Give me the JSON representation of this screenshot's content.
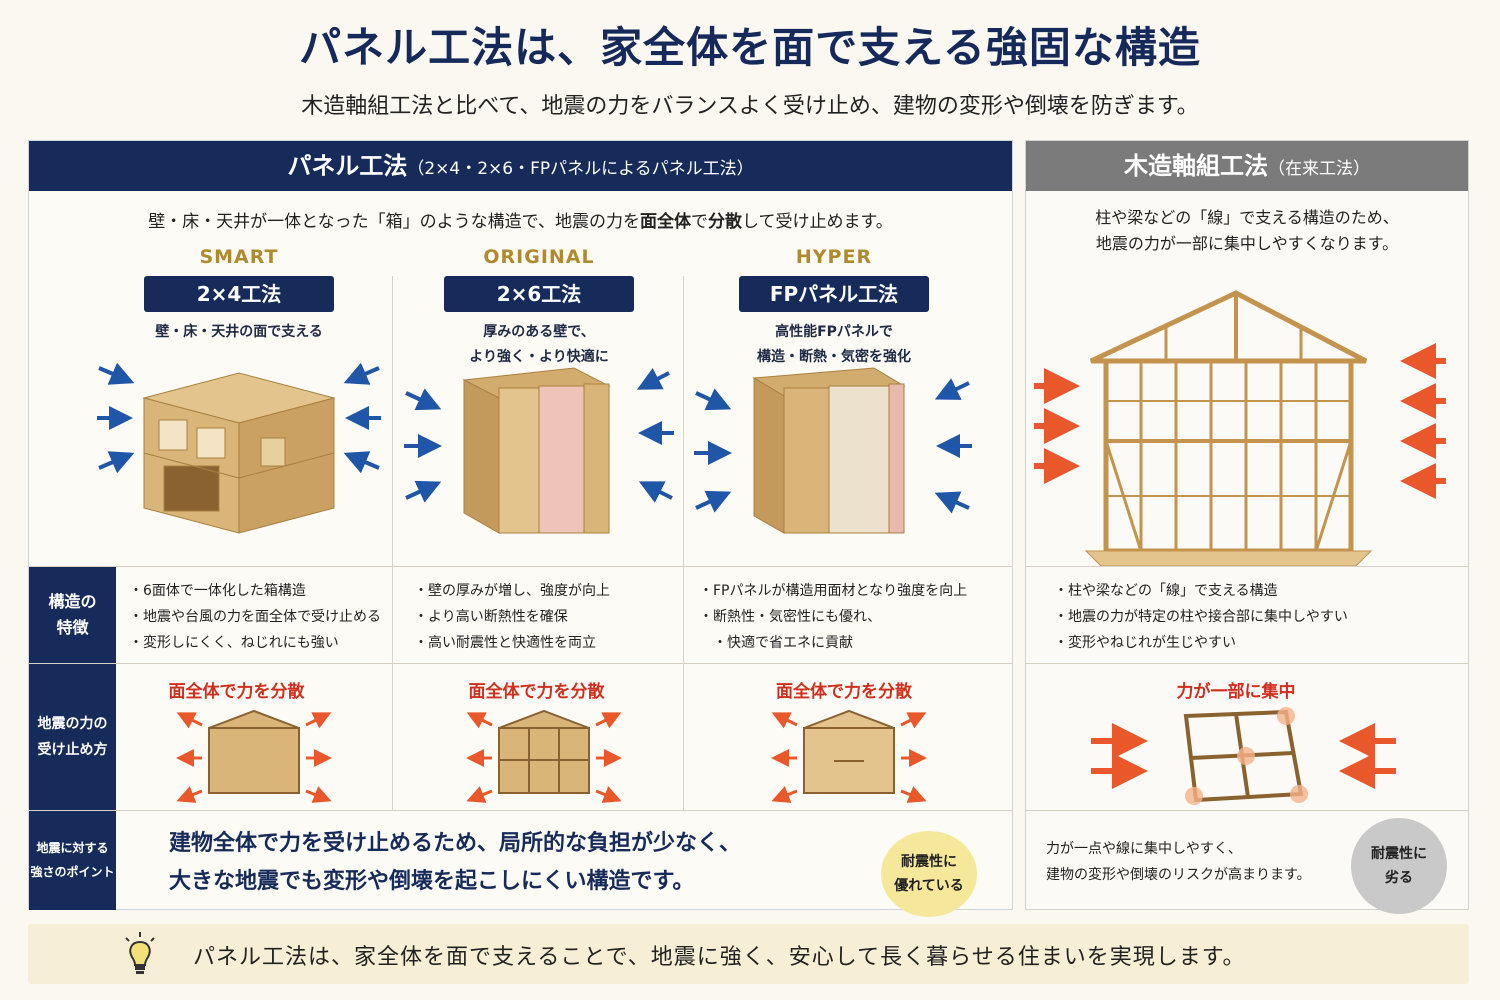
{
  "title": "パネル工法は、家全体を面で支える強固な構造",
  "subtitle": "木造軸組工法と比べて、地震の力をバランスよく受け止め、建物の変形や倒壊を防ぎます。",
  "left": {
    "header_main": "パネル工法",
    "header_sub": "（2×4・2×6・FPパネルによるパネル工法）",
    "intro_a": "壁・床・天井が一体となった「箱」のような構造で、地震の力を",
    "intro_b1": "面全体",
    "intro_c": "で",
    "intro_b2": "分散",
    "intro_d": "して受け止めます。",
    "columns": [
      {
        "type": "SMART",
        "badge": "2×4工法",
        "desc1": "壁・床・天井の面で支える",
        "desc2": "",
        "features": [
          "6面体で一体化した箱構造",
          "地震や台風の力を面全体で受け止める",
          "変形しにくく、ねじれにも強い"
        ],
        "response": "面全体で力を分散"
      },
      {
        "type": "ORIGINAL",
        "badge": "2×6工法",
        "desc1": "厚みのある壁で、",
        "desc2": "より強く・より快適に",
        "features": [
          "壁の厚みが増し、強度が向上",
          "より高い断熱性を確保",
          "高い耐震性と快適性を両立"
        ],
        "response": "面全体で力を分散"
      },
      {
        "type": "HYPER",
        "badge": "FPパネル工法",
        "desc1": "高性能FPパネルで",
        "desc2": "構造・断熱・気密を強化",
        "features": [
          "FPパネルが構造用面材となり強度を向上",
          "断熱性・気密性にも優れ、",
          "快適で省エネに貢献"
        ],
        "response": "面全体で力を分散"
      }
    ],
    "row_labels": {
      "features_1": "構造の",
      "features_2": "特徴",
      "response_1": "地震の力の",
      "response_2": "受け止め方",
      "point_1": "地震に対する",
      "point_2": "強さのポイント"
    },
    "point_line1": "建物全体で力を受け止めるため、局所的な負担が少なく、",
    "point_line2": "大きな地震でも変形や倒壊を起こしにくい構造です。",
    "rating_1": "耐震性に",
    "rating_2": "優れている"
  },
  "right": {
    "header_main": "木造軸組工法",
    "header_sub": "（在来工法）",
    "intro1": "柱や梁などの「線」で支える構造のため、",
    "intro2": "地震の力が一部に集中しやすくなります。",
    "features": [
      "柱や梁などの「線」で支える構造",
      "地震の力が特定の柱や接合部に集中しやすい",
      "変形やねじれが生じやすい"
    ],
    "response": "力が一部に集中",
    "point1": "力が一点や線に集中しやすく、",
    "point2": "建物の変形や倒壊のリスクが高まります。",
    "rating_1": "耐震性に",
    "rating_2": "劣る"
  },
  "bottom": "パネル工法は、家全体を面で支えることで、地震に強く、安心して長く暮らせる住まいを実現します。",
  "colors": {
    "navy": "#172b5a",
    "gold": "#b08a2e",
    "red": "#d12f1e",
    "wood": "#d9b57a",
    "orange_arrow": "#e8582a",
    "blue_arrow": "#1f56a8"
  }
}
